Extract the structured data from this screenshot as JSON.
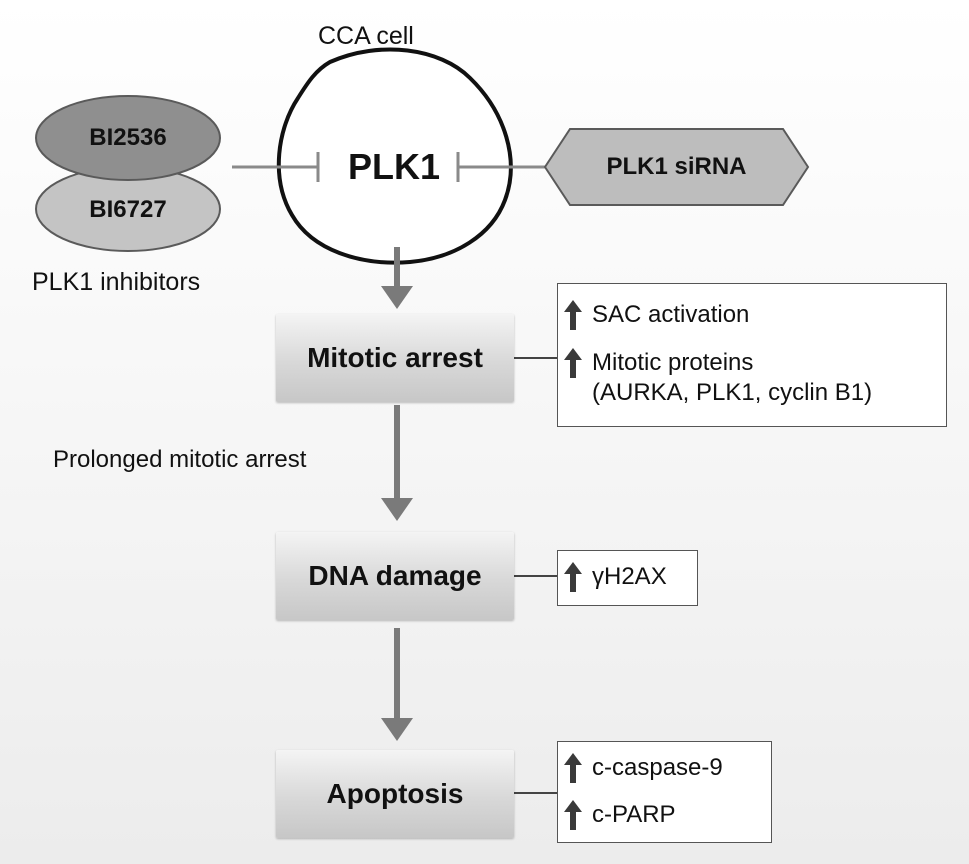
{
  "cell": {
    "label": "CCA cell",
    "target": "PLK1"
  },
  "inhibitors": {
    "drug1": "BI2536",
    "drug2": "BI6727",
    "caption": "PLK1 inhibitors"
  },
  "sirna": {
    "label": "PLK1 siRNA"
  },
  "steps": {
    "mitotic_arrest": "Mitotic arrest",
    "prolonged_label": "Prolonged mitotic arrest",
    "dna_damage": "DNA damage",
    "apoptosis": "Apoptosis"
  },
  "effects": {
    "mitotic": {
      "item1": "SAC activation",
      "item2": "Mitotic proteins\n(AURKA, PLK1, cyclin B1)"
    },
    "dna": {
      "item1": "γH2AX"
    },
    "apoptosis": {
      "item1": "c-caspase-9",
      "item2": "c-PARP"
    }
  },
  "colors": {
    "arrow": "#7a7a7a",
    "inhibit_line": "#8a8a8a",
    "up_arrow": "#3a3a3a",
    "ellipse_top": "#8f8f8f",
    "ellipse_bottom": "#c4c4c4",
    "sirna_fill": "#bdbdbd"
  }
}
